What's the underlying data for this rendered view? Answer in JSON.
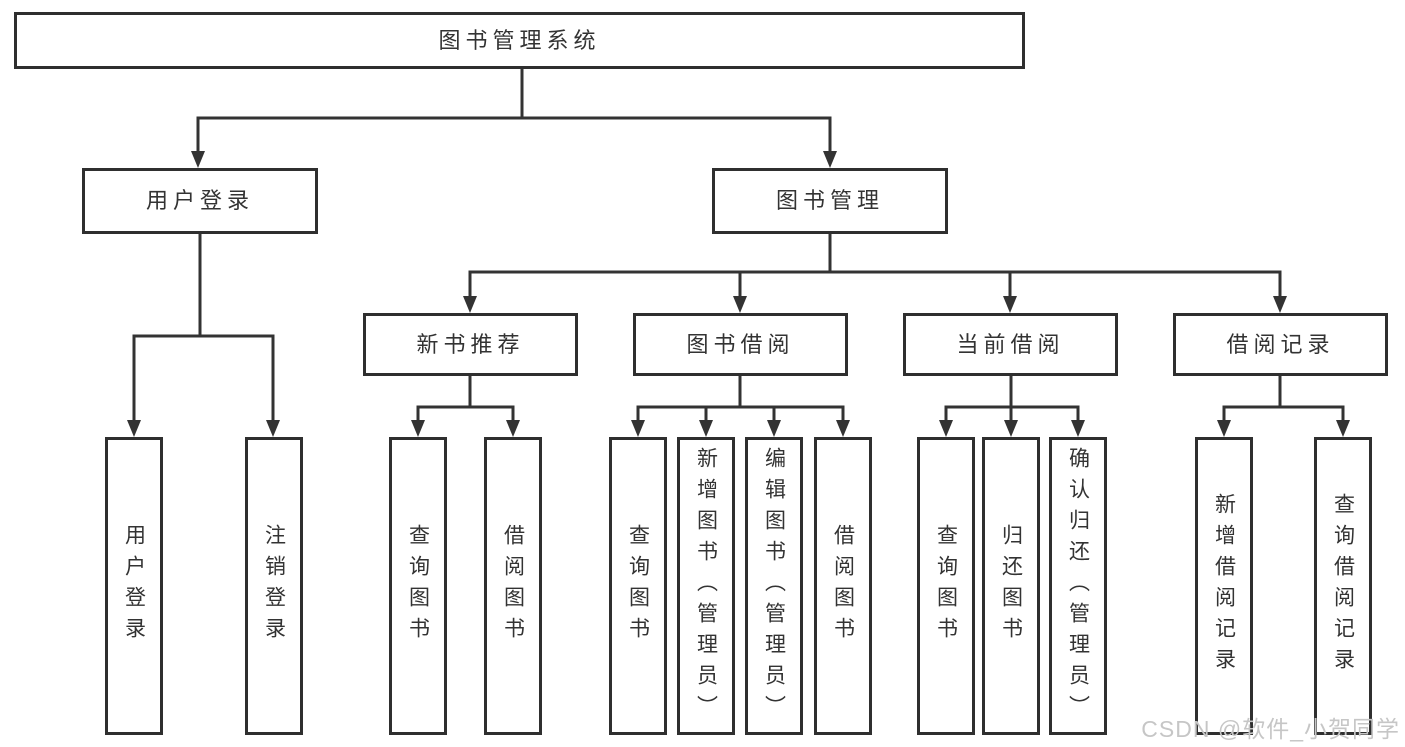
{
  "diagram_type": "hierarchy",
  "root": "图书管理系统",
  "level2": [
    {
      "label": "用户登录",
      "children": [
        "用户登录",
        "注销登录"
      ]
    },
    {
      "label": "图书管理",
      "children": [
        {
          "label": "新书推荐",
          "children": [
            "查询图书",
            "借阅图书"
          ]
        },
        {
          "label": "图书借阅",
          "children": [
            "查询图书",
            "新增图书（管理员）",
            "编辑图书（管理员）",
            "借阅图书"
          ]
        },
        {
          "label": "当前借阅",
          "children": [
            "查询图书",
            "归还图书",
            "确认归还（管理员）"
          ]
        },
        {
          "label": "借阅记录",
          "children": [
            "新增借阅记录",
            "查询借阅记录"
          ]
        }
      ]
    }
  ],
  "watermark": "CSDN @软件_小贺同学",
  "colors": {
    "line": "#333333",
    "box_border": "#2f2f2f",
    "text": "#333333",
    "watermark": "#c6c6c6",
    "background": "#ffffff"
  }
}
